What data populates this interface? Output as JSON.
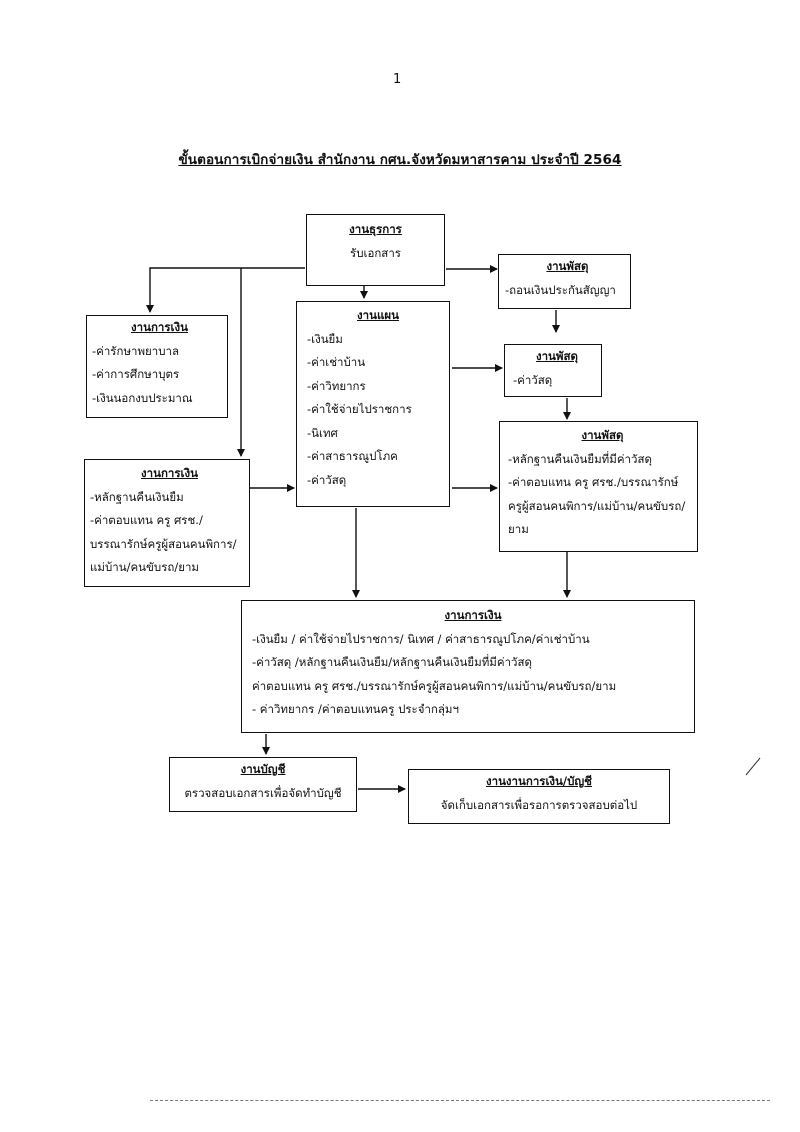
{
  "page_number": "1",
  "title": "ขั้นตอนการเบิกจ่ายเงิน  สำนักงาน กศน.จังหวัดมหาสารคาม ประจำปี  2564",
  "nodes": {
    "admin": {
      "heading": "งานธุรการ",
      "lines": [
        "รับเอกสาร"
      ]
    },
    "supplies_top": {
      "heading": "งานพัสดุ",
      "lines": [
        "-ถอนเงินประกันสัญญา"
      ]
    },
    "finance_left": {
      "heading": "งานการเงิน",
      "lines": [
        "-ค่ารักษาพยาบาล",
        "-ค่าการศึกษาบุตร",
        "-เงินนอกงบประมาณ"
      ]
    },
    "plan": {
      "heading": "งานแผน",
      "lines": [
        "-เงินยืม",
        "-ค่าเช่าบ้าน",
        "-ค่าวิทยากร",
        "-ค่าใช้จ่ายไปราชการ",
        "-นิเทศ",
        "-ค่าสาธารณูปโภค",
        "-ค่าวัสดุ"
      ]
    },
    "supplies_mid": {
      "heading": "งานพัสดุ",
      "lines": [
        "-ค่าวัสดุ"
      ]
    },
    "supplies_right": {
      "heading": "งานพัสดุ",
      "lines": [
        "-หลักฐานคืนเงินยืมที่มีค่าวัสดุ",
        "-ค่าตอบแทน ครู ศรช./บรรณารักษ์",
        "ครูผู้สอนคนพิการ/แม่บ้าน/คนขับรถ/",
        "ยาม"
      ]
    },
    "finance_left2": {
      "heading": "งานการเงิน",
      "lines": [
        "-หลักฐานคืนเงินยืม",
        "-ค่าตอบแทน ครู ศรช./",
        "บรรณารักษ์ครูผู้สอนคนพิการ/",
        "แม่บ้าน/คนขับรถ/ยาม"
      ]
    },
    "finance_main": {
      "heading": "งานการเงิน",
      "lines": [
        "-เงินยืม  / ค่าใช้จ่ายไปราชการ/  นิเทศ / ค่าสาธารณูปโภค/ค่าเช่าบ้าน",
        "-ค่าวัสดุ /หลักฐานคืนเงินยืม/หลักฐานคืนเงินยืมที่มีค่าวัสดุ",
        "ค่าตอบแทน ครู ศรช./บรรณารักษ์ครูผู้สอนคนพิการ/แม่บ้าน/คนขับรถ/ยาม",
        " - ค่าวิทยากร /ค่าตอบแทนครู ประจำกลุ่มฯ"
      ]
    },
    "accounting": {
      "heading": "งานบัญชี",
      "lines": [
        "ตรวจสอบเอกสารเพื่อจัดทำบัญชี"
      ]
    },
    "archive": {
      "heading": "งานงานการเงิน/บัญชี",
      "lines": [
        "จัดเก็บเอกสารเพื่อรอการตรวจสอบต่อไป"
      ]
    }
  }
}
